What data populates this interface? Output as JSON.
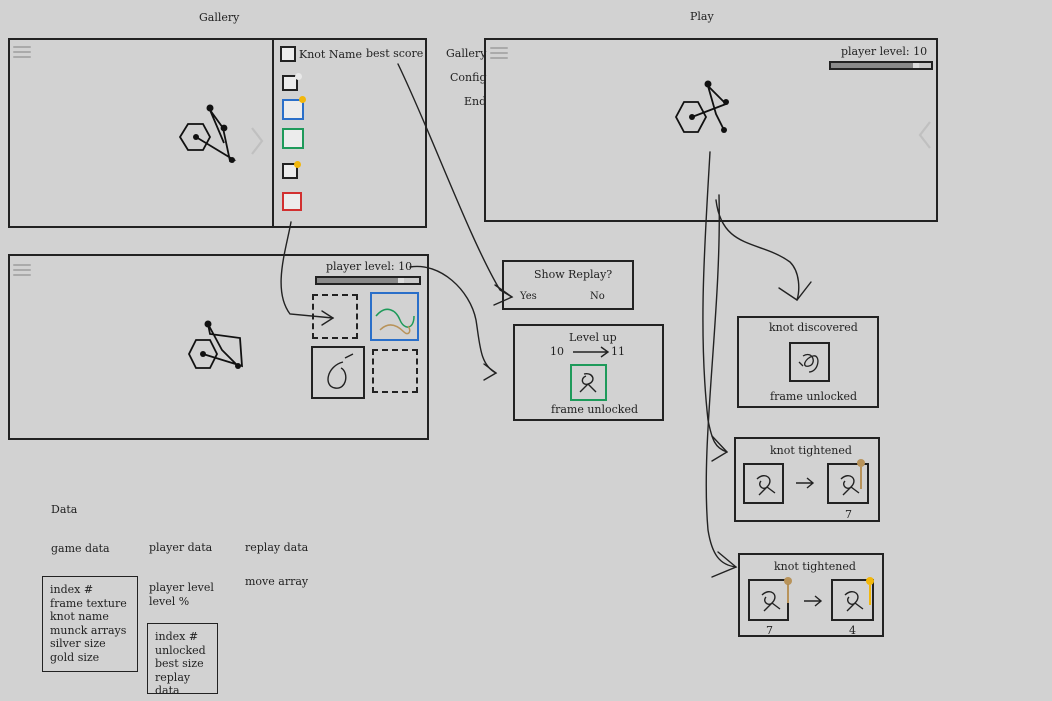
{
  "colors": {
    "blue": "#2a6fc9",
    "green": "#1e9a5a",
    "red": "#d23030",
    "gold": "#f2b70b",
    "bronze": "#b8935a",
    "silver": "#c8c8c8"
  },
  "gallery": {
    "title": "Gallery",
    "list_header_name": "Knot Name",
    "list_header_score": "best score"
  },
  "play": {
    "title": "Play",
    "menu_items": [
      "Gallery",
      "Config",
      "End"
    ],
    "player_level_label": "player level: 10",
    "level_fraction": 0.88
  },
  "level_panel": {
    "player_level_label": "player level: 10",
    "level_fraction": 0.85
  },
  "show_replay": {
    "title": "Show Replay?",
    "yes": "Yes",
    "no": "No"
  },
  "level_up": {
    "title": "Level up",
    "from": "10",
    "to": "11",
    "caption": "frame unlocked"
  },
  "knot_discovered": {
    "title": "knot discovered",
    "caption": "frame unlocked"
  },
  "knot_tightened_1": {
    "title": "knot tightened",
    "score": "7"
  },
  "knot_tightened_2": {
    "title": "knot tightened",
    "score_from": "7",
    "score_to": "4"
  },
  "data_section": {
    "title": "Data",
    "game_data_header": "game data",
    "player_data_header": "player data",
    "replay_data_header": "replay data",
    "game_data_fields": [
      "index #",
      "frame texture",
      "knot name",
      "munck arrays",
      "silver size",
      "gold size"
    ],
    "player_data_fields": [
      "player level",
      "level %"
    ],
    "player_knot_fields": [
      "index #",
      "unlocked",
      "best size",
      "replay data"
    ],
    "replay_data_fields": [
      "move array"
    ]
  }
}
